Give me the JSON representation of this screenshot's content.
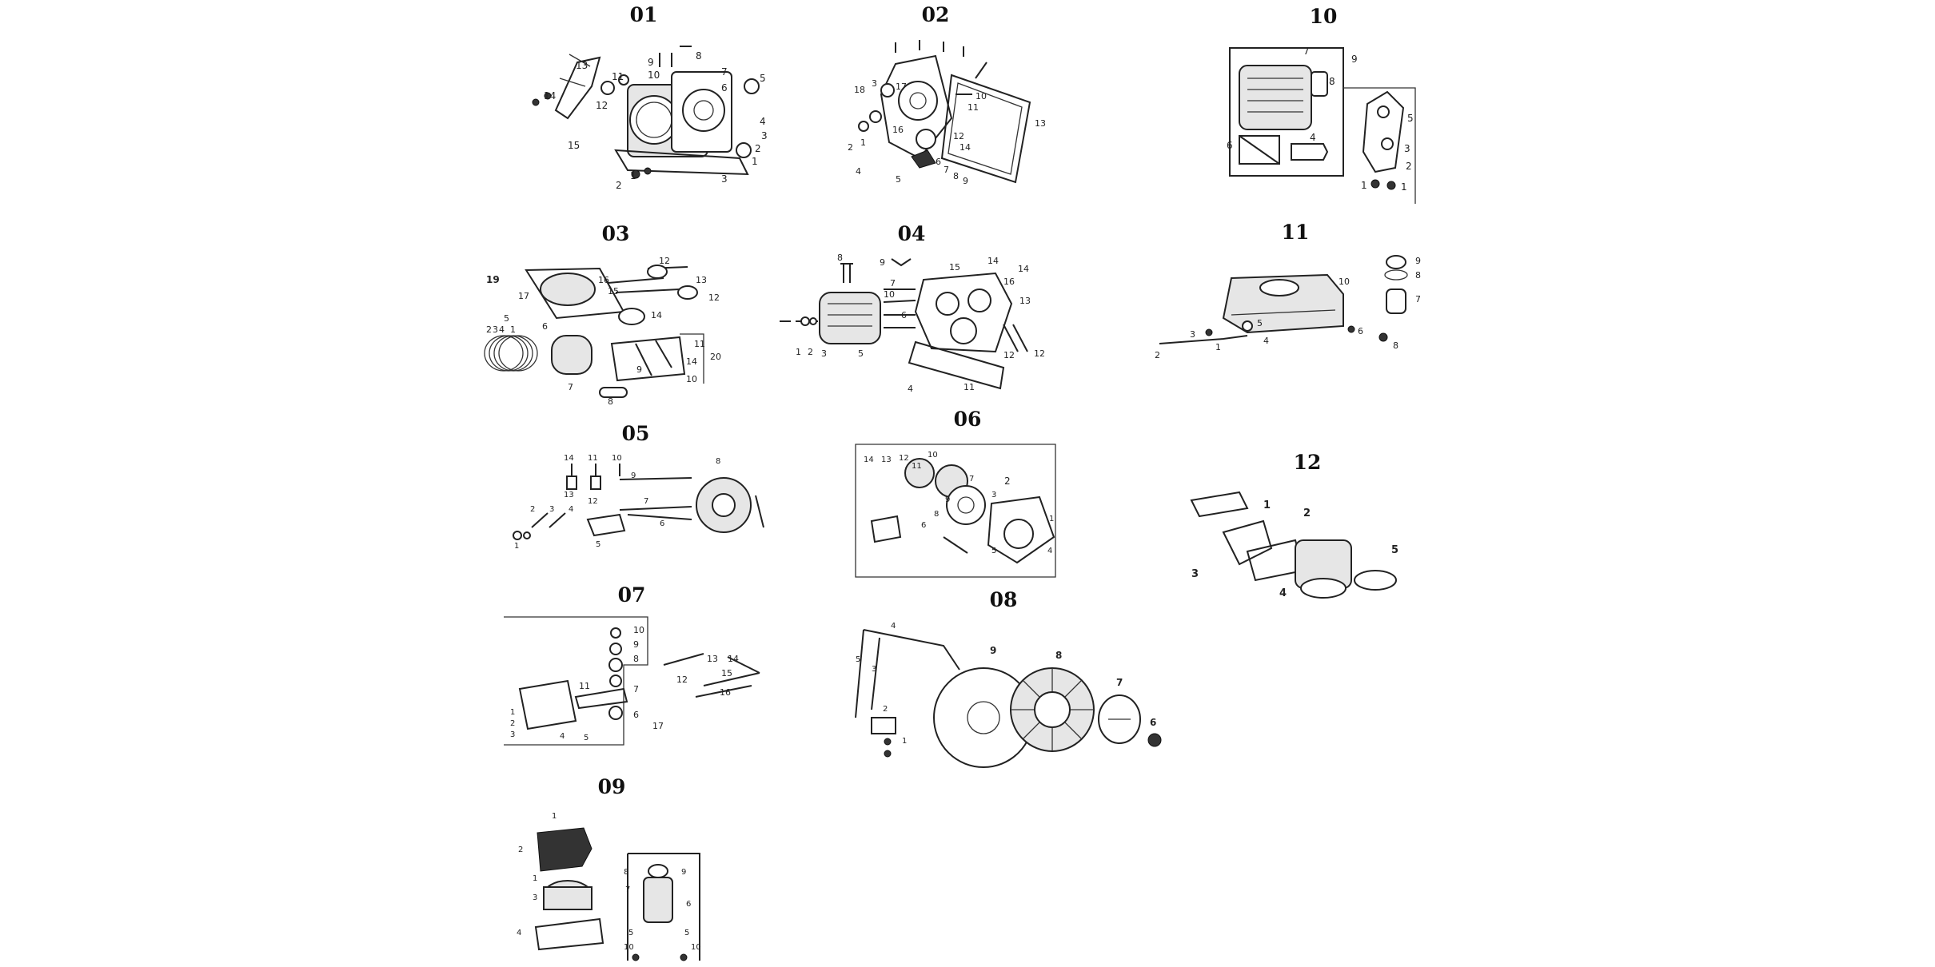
{
  "panels": [
    {
      "key": "p01",
      "label": "01",
      "callouts": [
        "15",
        "14",
        "13",
        "11",
        "12",
        "9",
        "10",
        "8",
        "7",
        "6",
        "5",
        "4",
        "3",
        "2",
        "1",
        "2",
        "1",
        "3"
      ]
    },
    {
      "key": "p02",
      "label": "02",
      "callouts": [
        "3",
        "18",
        "17",
        "16",
        "10",
        "11",
        "13",
        "14",
        "12",
        "1",
        "2",
        "6",
        "7",
        "8",
        "9",
        "4",
        "5"
      ]
    },
    {
      "key": "p03",
      "label": "03",
      "callouts": [
        "19",
        "16",
        "15",
        "17",
        "12",
        "13",
        "14",
        "12",
        "5",
        "4",
        "3",
        "2",
        "1",
        "6",
        "7",
        "8",
        "9",
        "10",
        "11",
        "14",
        "20"
      ]
    },
    {
      "key": "p04",
      "label": "04",
      "callouts": [
        "8",
        "9",
        "14",
        "15",
        "14",
        "16",
        "13",
        "7",
        "6",
        "5",
        "4",
        "3",
        "2",
        "1",
        "10",
        "11",
        "12",
        "12"
      ]
    },
    {
      "key": "p05",
      "label": "05",
      "callouts": [
        "14",
        "11",
        "13",
        "10",
        "12",
        "9",
        "8",
        "7",
        "6",
        "5",
        "4",
        "3",
        "2",
        "1"
      ]
    },
    {
      "key": "p06",
      "label": "06",
      "callouts": [
        "14",
        "13",
        "12",
        "11",
        "10",
        "9",
        "8",
        "7",
        "6",
        "5",
        "4",
        "3",
        "2",
        "1"
      ]
    },
    {
      "key": "p07",
      "label": "07",
      "callouts": [
        "10",
        "9",
        "8",
        "7",
        "6",
        "11",
        "12",
        "13",
        "14",
        "15",
        "16",
        "17",
        "1",
        "2",
        "3",
        "4",
        "5"
      ]
    },
    {
      "key": "p08",
      "label": "08",
      "callouts": [
        "5",
        "4",
        "3",
        "2",
        "1",
        "9",
        "8",
        "7",
        "6"
      ]
    },
    {
      "key": "p09",
      "label": "09",
      "callouts": [
        "1",
        "2",
        "1",
        "3",
        "4",
        "8",
        "7",
        "9",
        "6",
        "5",
        "5",
        "10",
        "10"
      ]
    },
    {
      "key": "p10",
      "label": "10",
      "callouts": [
        "7",
        "9",
        "8",
        "6",
        "4",
        "5",
        "3",
        "2",
        "1",
        "1"
      ]
    },
    {
      "key": "p11",
      "label": "11",
      "callouts": [
        "9",
        "8",
        "7",
        "10",
        "3",
        "5",
        "1",
        "4",
        "2",
        "6",
        "8"
      ]
    },
    {
      "key": "p12",
      "label": "12",
      "callouts": [
        "1",
        "2",
        "3",
        "4",
        "5"
      ]
    }
  ]
}
